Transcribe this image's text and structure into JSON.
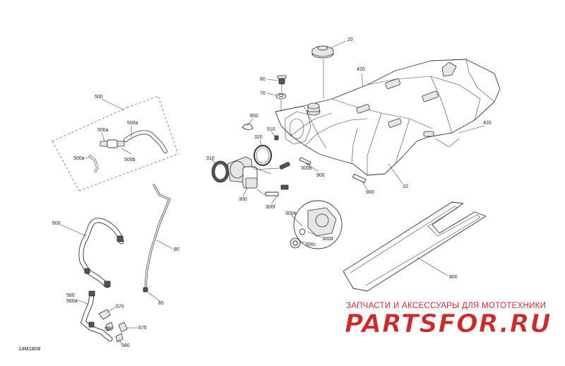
{
  "diagram": {
    "code": "14M1808",
    "callouts": {
      "c20": "20",
      "c420a": "420",
      "c420b": "420",
      "c60": "60",
      "c70": "70",
      "c650": "650",
      "c510": "510",
      "c320": "320",
      "c310": "310",
      "c300": "300",
      "c300b": "300b",
      "c300f": "300f",
      "c900a": "900",
      "c900b": "900",
      "c10": "10",
      "c300e": "300e",
      "c300d": "300d",
      "c300c": "300c",
      "c500": "500",
      "c500a1": "500a",
      "c500a2": "500a",
      "c500a3": "500a",
      "c500b": "500b",
      "c600": "600",
      "c80": "80",
      "c85": "85",
      "c560": "560",
      "c560a": "560a",
      "c570": "570",
      "c575": "575",
      "c580a": "580",
      "c580b": "580",
      "c800": "800"
    }
  },
  "watermark": {
    "tagline": "ЗАПЧАСТИ И АКСЕССУАРЫ ДЛЯ МОТОТЕХНИКИ",
    "logo": "PARTSFOR.RU"
  }
}
